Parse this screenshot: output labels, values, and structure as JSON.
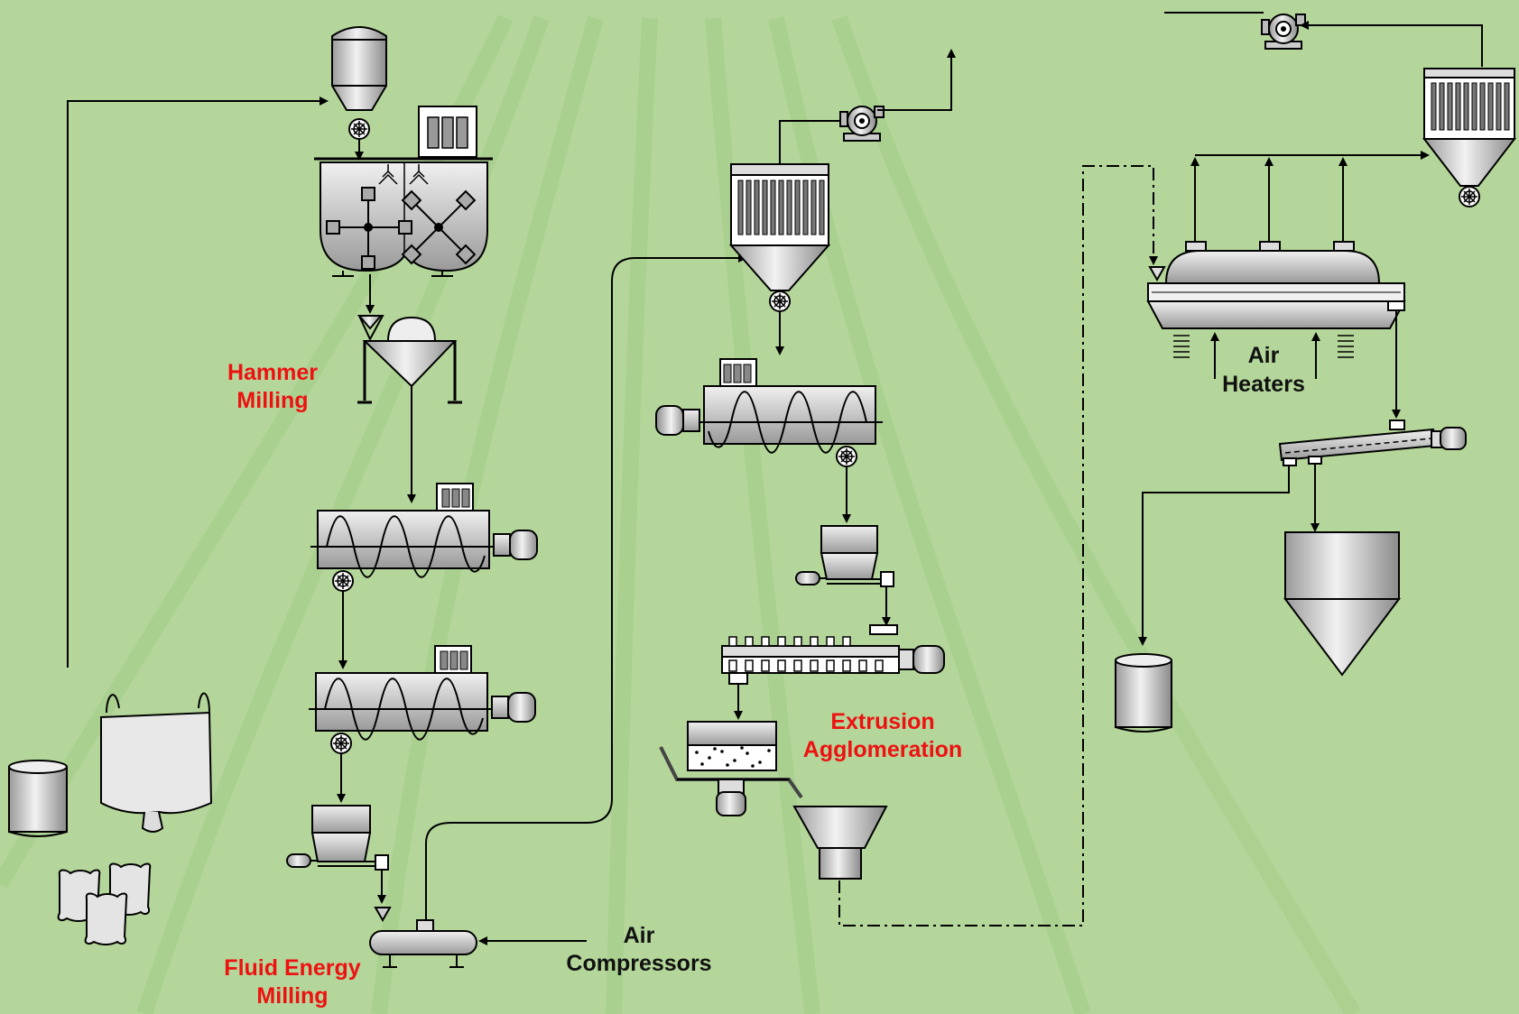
{
  "diagram": {
    "colors": {
      "field_green": "#a9cf8e",
      "row_green": "#8fbf73",
      "equipment_fill": "#dcdcdc",
      "line": "#000000",
      "process_label": "#ee1111",
      "utility_label": "#111111"
    },
    "labels": {
      "hammer_milling": [
        "Hammer",
        "Milling"
      ],
      "fluid_energy_milling": [
        "Fluid Energy",
        "Milling"
      ],
      "air_compressors": [
        "Air",
        "Compressors"
      ],
      "extrusion_agglomeration": [
        "Extrusion",
        "Agglomeration"
      ],
      "air_heaters": [
        "Air",
        "Heaters"
      ]
    },
    "icons": [
      "feed-hopper-icon",
      "mixer-vessel-icon",
      "dust-filter-icon",
      "hammer-mill-icon",
      "screw-conveyor-icon",
      "feeder-icon",
      "jet-mill-icon",
      "cyclone-collector-icon",
      "blower-fan-icon",
      "extruder-icon",
      "spheronizer-icon",
      "funnel-icon",
      "fluid-bed-dryer-icon",
      "storage-silo-icon",
      "drum-icon",
      "bulk-bag-icon",
      "sack-icon"
    ]
  }
}
